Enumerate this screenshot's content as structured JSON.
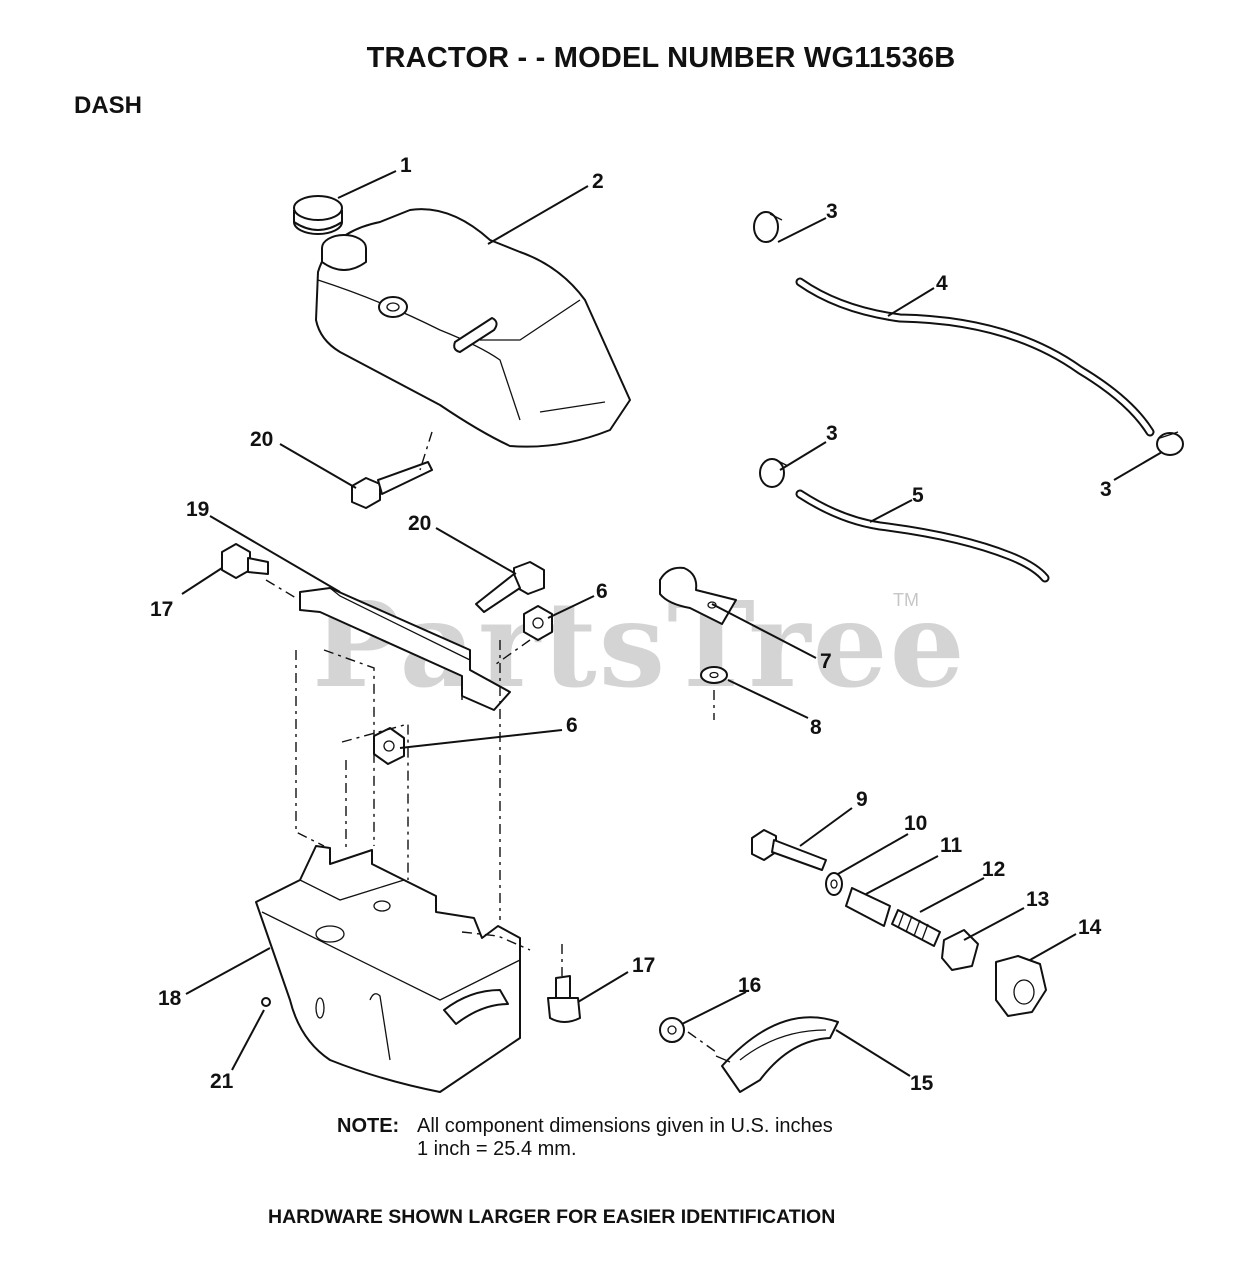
{
  "title": "TRACTOR - - MODEL NUMBER WG11536B",
  "section": "DASH",
  "watermark": "PartsTree",
  "watermark_mark": "TM",
  "callouts": [
    "1",
    "2",
    "3",
    "3",
    "3",
    "4",
    "5",
    "6",
    "6",
    "7",
    "8",
    "9",
    "10",
    "11",
    "12",
    "13",
    "14",
    "15",
    "16",
    "17",
    "17",
    "18",
    "19",
    "20",
    "20",
    "21"
  ],
  "note": {
    "label": "NOTE:",
    "line1": "All component dimensions given in U.S. inches",
    "line2": "1 inch = 25.4 mm."
  },
  "footer": "HARDWARE SHOWN LARGER FOR EASIER IDENTIFICATION"
}
